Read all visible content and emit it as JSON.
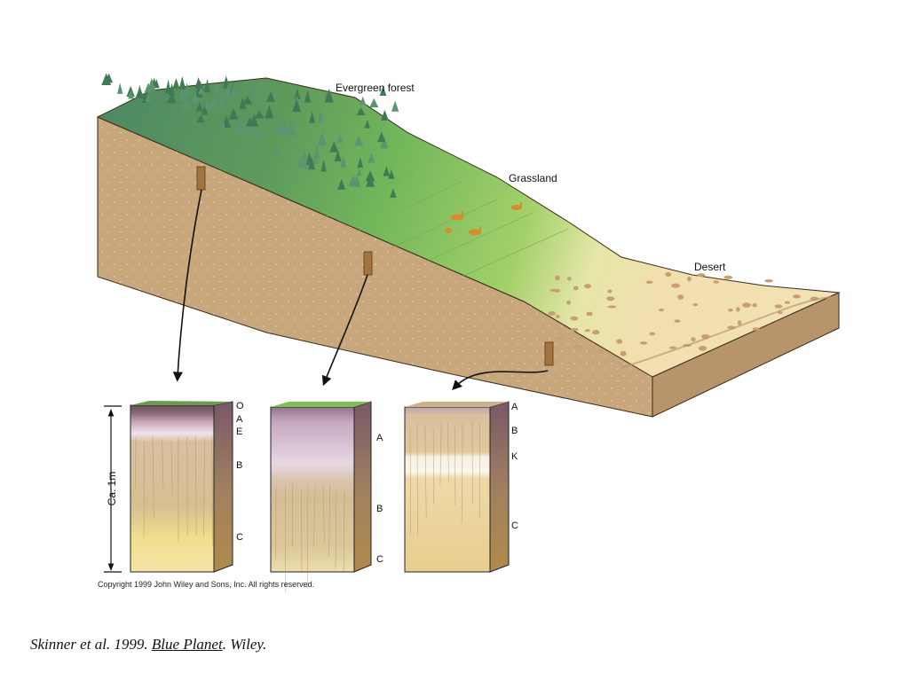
{
  "biomes": {
    "forest": "Evergreen forest",
    "grassland": "Grassland",
    "desert": "Desert"
  },
  "profiles": {
    "forest": [
      "O",
      "A",
      "E",
      "B",
      "C"
    ],
    "grassland": [
      "A",
      "B",
      "C"
    ],
    "desert": [
      "A",
      "B",
      "K",
      "C"
    ]
  },
  "depth_label": "Ca. 1m",
  "copyright": "Copyright 1999 John Wiley and Sons, Inc. All rights reserved.",
  "citation": {
    "prefix": "Skinner et al. 1999. ",
    "book": "Blue Planet",
    "suffix": ". Wiley."
  },
  "colors": {
    "soil": "#c9a77c",
    "forest": "#5a8f66",
    "grass": "#8cc45e",
    "desert": "#f1dfae"
  }
}
